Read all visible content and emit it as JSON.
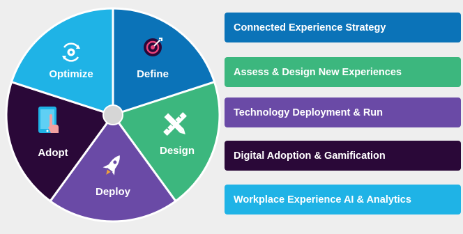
{
  "wheel": {
    "segments": [
      {
        "key": "define",
        "label": "Define",
        "color": "#0b73b8",
        "icon": "target-icon"
      },
      {
        "key": "design",
        "label": "Design",
        "color": "#3cb77e",
        "icon": "pencil-ruler-icon"
      },
      {
        "key": "deploy",
        "label": "Deploy",
        "color": "#6a4aa6",
        "icon": "rocket-icon"
      },
      {
        "key": "adopt",
        "label": "Adopt",
        "color": "#2a0838",
        "icon": "tablet-tap-icon"
      },
      {
        "key": "optimize",
        "label": "Optimize",
        "color": "#1fb3e6",
        "icon": "gear-cycle-icon"
      }
    ],
    "hub_color": "#d6d6d6"
  },
  "bars": [
    {
      "label": "Connected Experience Strategy",
      "color": "#0b73b8"
    },
    {
      "label": "Assess & Design New Experiences",
      "color": "#3cb77e"
    },
    {
      "label": "Technology Deployment & Run",
      "color": "#6a4aa6"
    },
    {
      "label": "Digital Adoption & Gamification",
      "color": "#2a0838"
    },
    {
      "label": "Workplace Experience AI & Analytics",
      "color": "#1fb3e6"
    }
  ]
}
